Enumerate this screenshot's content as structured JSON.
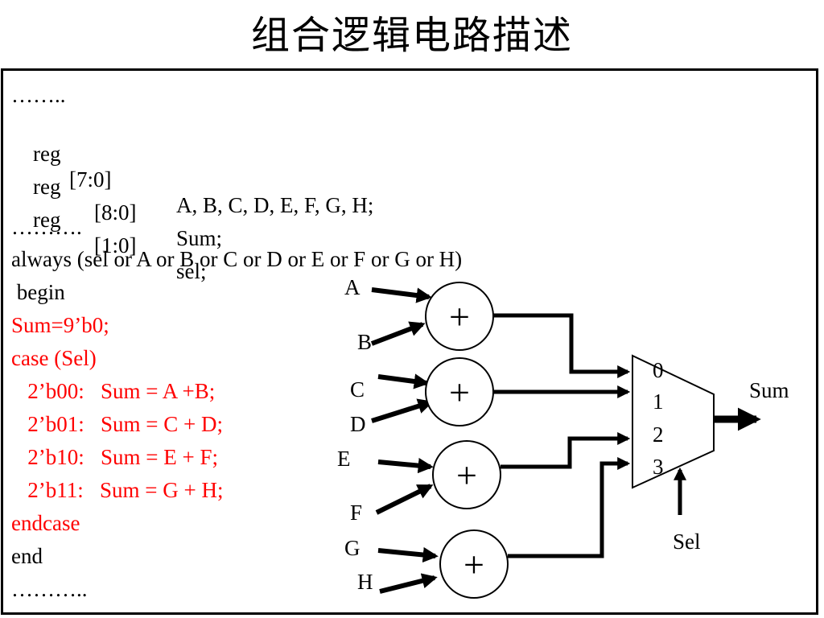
{
  "title": "组合逻辑电路描述",
  "code": {
    "dots1": "……..",
    "reg1": {
      "kw": "reg",
      "range": "[7:0]",
      "names": "A, B, C, D, E, F, G, H;"
    },
    "reg2": {
      "kw": "reg",
      "range": "[8:0]",
      "names": "Sum;"
    },
    "reg3": {
      "kw": "reg",
      "range": "[1:0]",
      "names": "sel;"
    },
    "dots2": "……….",
    "always": "always (sel or A or B or C or D or E or F or G or H)",
    "begin": " begin",
    "sum_init": "Sum=9’b0;",
    "case": "case (Sel)",
    "case0": "   2’b00:   Sum = A +B;",
    "case1": "   2’b01:   Sum = C + D;",
    "case2": "   2’b10:   Sum = E + F;",
    "case3": "   2’b11:   Sum = G + H;",
    "endcase": "endcase",
    "end": "end",
    "dots3": "……….."
  },
  "diagram": {
    "inputs": [
      "A",
      "B",
      "C",
      "D",
      "E",
      "F",
      "G",
      "H"
    ],
    "adder_symbol": "+",
    "mux_inputs": [
      "0",
      "1",
      "2",
      "3"
    ],
    "output": "Sum",
    "select": "Sel"
  },
  "colors": {
    "highlight": "#ff0000",
    "text": "#000000"
  }
}
